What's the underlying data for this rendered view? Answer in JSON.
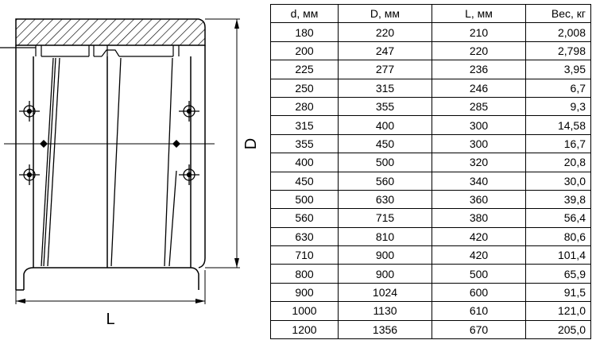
{
  "drawing": {
    "label_length": "L",
    "label_diameter": "D"
  },
  "table": {
    "headers": [
      "d, мм",
      "D, мм",
      "L, мм",
      "Вес, кг"
    ],
    "rows": [
      [
        "180",
        "220",
        "210",
        "2,008"
      ],
      [
        "200",
        "247",
        "220",
        "2,798"
      ],
      [
        "225",
        "277",
        "236",
        "3,95"
      ],
      [
        "250",
        "315",
        "246",
        "6,7"
      ],
      [
        "280",
        "355",
        "285",
        "9,3"
      ],
      [
        "315",
        "400",
        "300",
        "14,58"
      ],
      [
        "355",
        "450",
        "300",
        "16,7"
      ],
      [
        "400",
        "500",
        "320",
        "20,8"
      ],
      [
        "450",
        "560",
        "340",
        "30,0"
      ],
      [
        "500",
        "630",
        "360",
        "39,8"
      ],
      [
        "560",
        "715",
        "380",
        "56,4"
      ],
      [
        "630",
        "810",
        "420",
        "80,6"
      ],
      [
        "710",
        "900",
        "420",
        "101,4"
      ],
      [
        "800",
        "900",
        "500",
        "65,9"
      ],
      [
        "900",
        "1024",
        "600",
        "91,5"
      ],
      [
        "1000",
        "1130",
        "610",
        "121,0"
      ],
      [
        "1200",
        "1356",
        "670",
        "205,0"
      ]
    ]
  }
}
